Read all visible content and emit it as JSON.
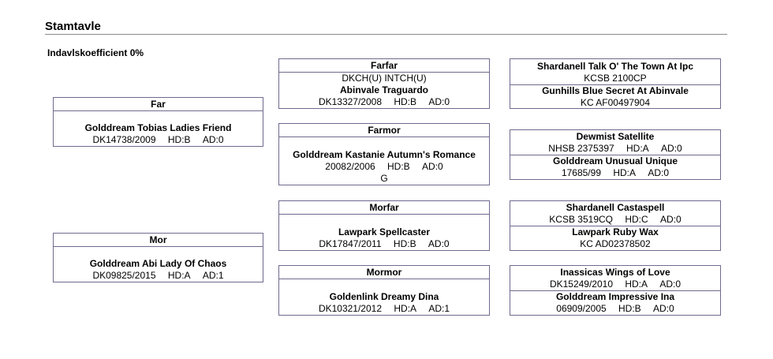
{
  "page": {
    "title": "Stamtavle",
    "coefficient": "Indavlskoefficient 0%"
  },
  "parents": {
    "far": {
      "label": "Far",
      "name": "Golddream Tobias Ladies Friend",
      "reg": "DK14738/2009",
      "hd": "HD:B",
      "ad": "AD:0"
    },
    "mor": {
      "label": "Mor",
      "name": "Golddream Abi Lady Of Chaos",
      "reg": "DK09825/2015",
      "hd": "HD:A",
      "ad": "AD:1"
    }
  },
  "grandparents": {
    "farfar": {
      "label": "Farfar",
      "title": "DKCH(U) INTCH(U)",
      "name": "Abinvale Traguardo",
      "reg": "DK13327/2008",
      "hd": "HD:B",
      "ad": "AD:0"
    },
    "farmor": {
      "label": "Farmor",
      "name": "Golddream Kastanie Autumn's Romance",
      "reg": "20082/2006",
      "hd": "HD:B",
      "ad": "AD:0",
      "extra": "G"
    },
    "morfar": {
      "label": "Morfar",
      "name": "Lawpark Spellcaster",
      "reg": "DK17847/2011",
      "hd": "HD:B",
      "ad": "AD:0"
    },
    "mormor": {
      "label": "Mormor",
      "name": "Goldenlink Dreamy Dina",
      "reg": "DK10321/2012",
      "hd": "HD:A",
      "ad": "AD:1"
    }
  },
  "great_grandparents": [
    {
      "top": {
        "name": "Shardanell Talk O' The Town At Ipc",
        "reg": "KCSB 2100CP"
      },
      "bottom": {
        "name": "Gunhills Blue Secret At Abinvale",
        "reg": "KC AF00497904"
      }
    },
    {
      "top": {
        "name": "Dewmist Satellite",
        "reg": "NHSB 2375397",
        "hd": "HD:A",
        "ad": "AD:0"
      },
      "bottom": {
        "name": "Golddream Unusual Unique",
        "reg": "17685/99",
        "hd": "HD:A",
        "ad": "AD:0"
      }
    },
    {
      "top": {
        "name": "Shardanell Castaspell",
        "reg": "KCSB 3519CQ",
        "hd": "HD:C",
        "ad": "AD:0"
      },
      "bottom": {
        "name": "Lawpark Ruby Wax",
        "reg": "KC AD02378502"
      }
    },
    {
      "top": {
        "name": "Inassicas Wings of Love",
        "reg": "DK15249/2010",
        "hd": "HD:A",
        "ad": "AD:0"
      },
      "bottom": {
        "name": "Golddream Impressive Ina",
        "reg": "06909/2005",
        "hd": "HD:B",
        "ad": "AD:0"
      }
    }
  ]
}
